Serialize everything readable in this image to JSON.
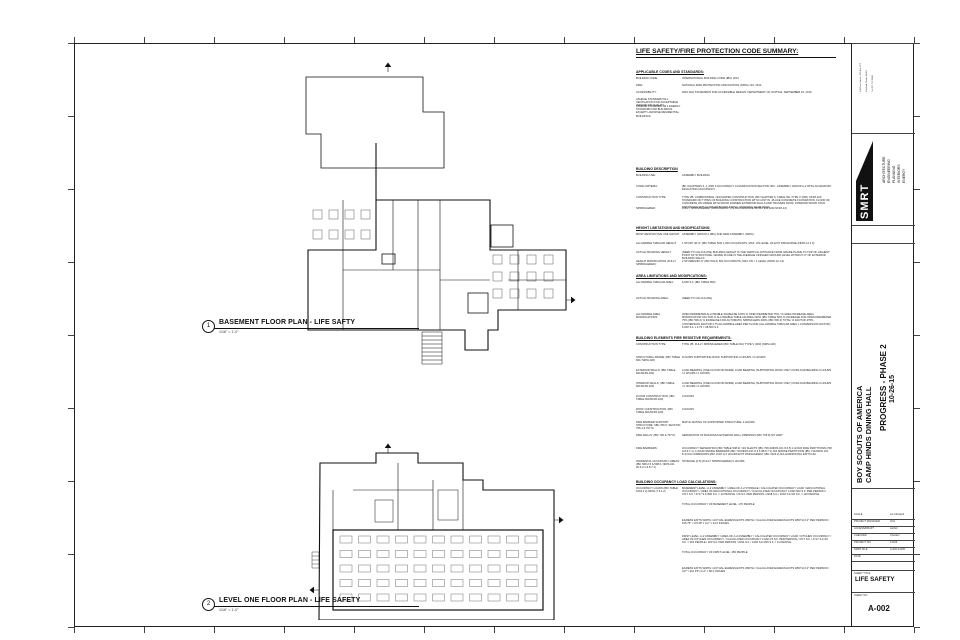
{
  "plans": {
    "basement": {
      "number": "1",
      "title": "BASEMENT FLOOR PLAN - LIFE SAFTY",
      "scale": "1/16\" = 1'-0\""
    },
    "level_one": {
      "number": "2",
      "title": "LEVEL ONE FLOOR PLAN - LIFE SAFETY",
      "scale": "1/16\" = 1'-0\""
    }
  },
  "code_summary": {
    "title": "LIFE SAFETY/FIRE PROTECTION CODE SUMMARY:",
    "sections": [
      {
        "heading": "APPLICABLE CODES AND STANDARDS:",
        "rows": [
          [
            "BUILDING CODE:",
            "INTERNATIONAL BUILDING CODE (IBC) 2012"
          ],
          [
            "FIRE:",
            "NATIONAL FIRE PROTECTION ASSOCIATION (NFPA) 101, 2012"
          ],
          [
            "ACCESSIBILITY:",
            "2010 ADA STANDARDS FOR ACCESSIBLE DESIGN, DEPARTMENT OF JUSTICE, SEPTEMBER 15, 2010"
          ],
          [
            "ASHRAE STANDARD 62.1 VENTILATION FOR ACCEPTABLE INDOOR AIR QUALITY",
            ""
          ],
          [
            "ASHRAE STANDARD 90.1 ENERGY STANDARD FOR BUILDINGS EXCEPT LOW-RISE RESIDENTIAL BUILDINGS",
            ""
          ]
        ]
      },
      {
        "heading": "BUILDING DESCRIPTION",
        "rows": [
          [
            "BUILDING USE:",
            "ASSEMBLY BUILDING"
          ],
          [
            "CODE CRITERIA:",
            "IBC CHAPTERS 3, 4, AND 6 OCCUPANCY CLASSIFICATION SECTION 303 - ASSEMBLY GROUP A-2 WITH ACCESSORY EDUCATION OCCUPANCY"
          ],
          [
            "CONSTRUCTION TYPE:",
            "TYPE VB: COMBUSTIBLE, NON-RATED CONSTRUCTION, IBC CHAPTER 6, TABLE 601 TYPE V (000): NFPA 220 STANDARD ON TYPES OF BUILDING CONSTRUCTION WITH CAST IN -PLACE CONCRETE FOUNDATION, FLOOR OF CONCRETE ON GRADE WITH WOOD FRAMED EXTERIOR WALLS AND TRUSSES ROOF. INTERIOR WOOD STUD PARTITIONS WITH GYPSUM BOARD FINISH, STANDING SEAM ROOF"
          ],
          [
            "SPRINKLERED:",
            "FULLY SPRINKLERED THROUGHOUT (IN ACCORDANCE W/ IBC 903 AND NFPA 13)"
          ]
        ]
      },
      {
        "heading": "HEIGHT LIMITATIONS AND MODIFICATIONS:",
        "rows": [
          [
            "MOST RESTRICTIVE USE GROUP:",
            "ASSEMBLY GROUP A (IBC) AND NEW ASSEMBLY (NFPA)"
          ],
          [
            "ALLOWABLE TABULAR HEIGHT:",
            "1 STORY 40'-0\" (IBC TABLE 503) 1,000 OCCUPANTS, MAX. ON LEVEL OF EXIT DISCHARGE (NFPA 12.1.6)"
          ],
          [
            "ACTUAL BUILDING HEIGHT:",
            "(NEED TO CALCULATE) BUILDING HEIGHT IS THE VERTICAL DISTANCE FROM GRADE PLANE TO TOP OF HIGHEST POINT OF STRUCTURE. GRADE PLANE IS THE AVERAGE FINISHED GROUND LEVEL WITHIN 6'-0\" OF EXTERIOR BUILDING WALLS"
          ],
          [
            "HEIGHT MODIFICATION (FULLY SPRINKLERED):",
            "2 STORIES/60'-0\" (IBC 504.2) 500 OCCUPANTS, MAX ON > 1 LEVEL (NFPA 12.1.6)"
          ]
        ]
      },
      {
        "heading": "AREA LIMITATIONS AND MODIFICATIONS:",
        "rows": [
          [
            "ALLOWABLE TABULAR AREA:",
            "6,000 S.F. (IBC TABLE 503)"
          ],
          [
            "ACTUAL BUILDING AREA:",
            "(NEED TO CALCULATE)"
          ],
          [
            "ALLOWABLE AREA MODIFICATIONS:",
            "OPEN PERIMETER ALLOWABLE INCREASE  100%  % OPEN PERIMETER  75% / % AREA INCREASE  AREA MODIFICATION FACTOR  % ALLOWABLE TABULAR AREA  100% (IBC TABLE 503)  % INCREASE FOR OPEN PERIMETER  75% (IBC 506.2)  % INCREASE FOR AUTOMATIC SPRINKLERS  200% (IBC 506.3)  TOTAL % FACTOR  475%  CONVERSION FACTOR  4.75  ALLOWABLE AREA PER FLOOR  (ALLOWABLE TABULAR AREA x CONVERSION FACTOR)  6,000 S.F. x 4.75 = 28,500 S.F."
          ]
        ]
      },
      {
        "heading": "BUILDING ELEMENTS FIRE RESISTIVE REQUIREMENTS:",
        "rows": [
          [
            "CONSTRUCTION TYPE:",
            "TYPE VB, FULLY SPRINKLERED (IBC TABLE 601) TYPE V (000) (NFPA 220)"
          ],
          [
            "STRUCTURAL FRAME: (IBC TABLE 601/ NFPA 220)",
            "FLOORS SUPPORTING ROOF SUPPORTING  0 HOURS / 0 HOURS"
          ],
          [
            "EXTERIOR WALLS: (IBC TABLE 601/NFPA 220)",
            "LOAD BEARING (ONE FLOOR OR MORE) LOAD BEARING (SUPPORTING ROOF ONLY) NONLOAD BEARING  0 HOURS / 0 HOURS / 0 HOURS"
          ],
          [
            "INTERIOR WALLS: (IBC TABLE 601/NFPA 220)",
            "LOAD BEARING (ONE FLOOR OR MORE) LOAD BEARING (SUPPORTING ROOF ONLY) NONLOAD BEARING  0 HOURS / 0 HOURS / 0 HOURS"
          ],
          [
            "FLOOR CONSTRUCTION: (IBC TABLE 601/NFPA 220)",
            "0 HOURS"
          ],
          [
            "ROOF CONSTRUCTION: (IBC TABLE 601/NFPA 220)",
            "0 HOURS"
          ],
          [
            "FIRE BARRIER SUPPORT STRUCTURE: (IBC 706.5, SECTION 706.4 & 707.5)",
            "MATCH RATING OF SUPPORTED STRUCTURE:  0 HOURS"
          ],
          [
            "FIRE WALLS: (IBC 706 & 707.6):",
            "SEPARATION OF BUILDINGS EXTERIOR WALL OPENINGS (IBC 705.8)  NO LIMIT"
          ],
          [
            "FIRE BARRIERS:",
            "OCCUPANCY SEPARATION (IBC TABLE 508.4): N/A  SHAFTS (IBC 708.4/NFPA 101 8.6.5) 1 HOUR  FIRE PARTITIONS (708 & 8.6.7.1)  1 HOUR  SMOKE BARRIERS (IBC 710/NFPA 101 8.3.5.3B 8.7.1) N/A  SMOKE PARTITIONS (IBC 711/NFPA 101 8.4) N/A  CORRIDORS (IBC 1018.1) 0 HOURS  EXIT PASSAGEWAY (IBC 1023.2) N/A  HORIZONTAL EXITS N/A"
          ],
          [
            "INCIDENTAL OCCUPANCY AREAS: (IBC 508.2.5 & 508.6, NFPA 101 20.3.2.1 & 8.7.1)",
            "STORAGE (0.5) (FULLY SPRINKLERED)  0 HOURS"
          ]
        ]
      },
      {
        "heading": "BUILDING OCCUPANCY LOAD CALCULATIONS:",
        "rows": [
          [
            "OCCUPANCY LOADS (IBC TABLE 1004.1.2) NFPA (7.3.1.2)",
            "BASEMENT LEVEL: A-2 ASSEMBLY / AREA OF A-2 STORAGE / CALCULATED OCCUPANCY LOAD / EDUCATIONAL OCCUPANCY / AREA OF EDUCATIONAL OCCUPANCY / CALCULATED OCCUPANCY LOAD  500 S.F. PER PERSON / 4717 S.F. / 4717 S.F./500 S.F. = 10 PEOPLE / 20 S.F. PER PERSON / 2218 S.F. / 2218 S.F./20 S.F. = 110 PEOPLE"
          ],
          [
            "",
            "TOTAL OCCUPANCY OF BASEMENT LEVEL:  170 PEOPLE"
          ],
          [
            "",
            "EGRESS EXITS WIDTH / ACTUAL EGRESS EXITS WIDTH / CALCULATED EGRESS EXITS WIDTH  0.2\" PER PERSON / 105.75\" / 170 PP x 0.2\" = 34.0 INCHES"
          ],
          [
            "",
            "FIRST LEVEL: A-2 ASSEMBLY / AREA OF A-2 ASSEMBLY / CALCULATED OCCUPANCY LOAD / KITCHEN OCCUPANCY / AREA OF KITCHEN OCCUPANCY / CALCULATED OCCUPANCY LOAD  15 S.F. PER PERSON / 4717 S.F. / 4717 S.F./15 S.F. = 315 PEOPLE / 200 S.F. PER PERSON / 2194 S.F. / 2194 S.F./200 S.F. = 11 PEOPLE"
          ],
          [
            "",
            "TOTAL OCCUPANCY OF FIRST LEVEL:  450 PEOPLE"
          ],
          [
            "",
            "EGRESS EXITS WIDTH / ACTUAL EGRESS EXITS WIDTH / CALCULATED EGRESS EXITS WIDTH  0.2\" PER PERSON / 417\" / 410 PP x 0.2\" = 82.0 INCHES"
          ]
        ]
      }
    ]
  },
  "title_block": {
    "firm_lines": [
      "ARCHITECTURE",
      "ENGINEERING",
      "PLANNING",
      "INTERIORS",
      "ENERGY"
    ],
    "firm_logo": "SMRT",
    "project_line1": "BOY SCOUTS OF AMERICA",
    "project_line2": "CAMP HINDS DINING HALL",
    "phase_line1": "PROGRESS - PHASE 2",
    "phase_line2": "10-26-15",
    "sheet_title": "LIFE SAFETY",
    "sheet_number": "A-002",
    "sheet_no_label": "SHEET NO.",
    "sheet_title_label": "SHEET TITLE",
    "fields": [
      "SCALE",
      "PROJECT MANAGER",
      "ACCESS/DRAFT",
      "CHECKED",
      "PROJECT NO.",
      "SMRT FILE",
      "DATE"
    ],
    "field_values": [
      "As indicated",
      "JCH",
      "Author",
      "Checker",
      "14165",
      "A-002-14165",
      ""
    ]
  }
}
